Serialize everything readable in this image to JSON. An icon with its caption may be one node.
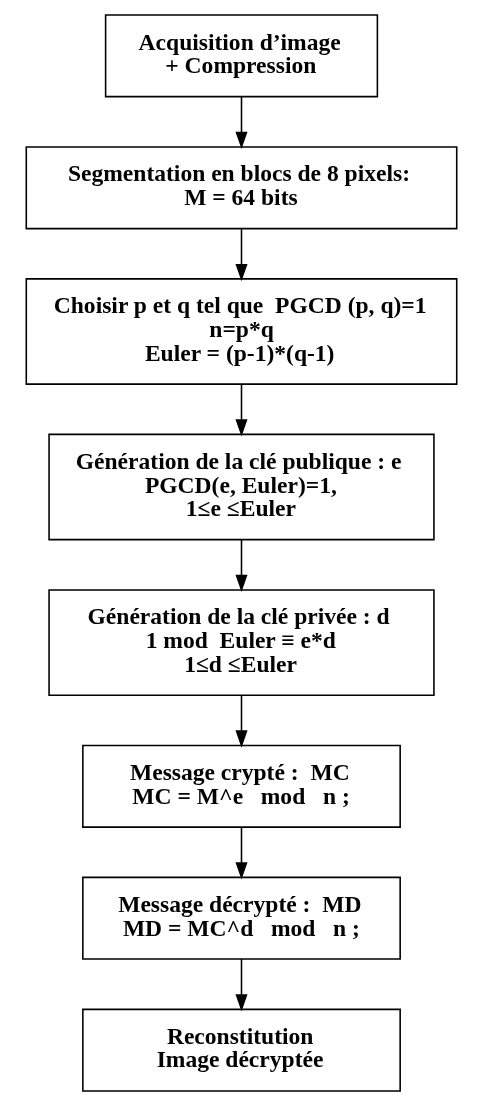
{
  "diagram": {
    "nodes": [
      {
        "text": [
          "Acquisition d’image",
          "+ Compression"
        ]
      },
      {
        "text": [
          "Segmentation en blocs de 8 pixels:",
          "M = 64 bits"
        ]
      },
      {
        "text": [
          "Choisir p et q tel que  PGCD (p, q)=1",
          "n=p*q",
          "Euler = (p-1)*(q-1)"
        ]
      },
      {
        "text": [
          "Génération de la clé publique : e",
          "PGCD(e, Euler)=1,",
          "1≤e ≤Euler"
        ]
      },
      {
        "text": [
          "Génération de la clé privée : d",
          "1 mod  Euler ≡ e*d",
          "1≤d ≤Euler"
        ]
      },
      {
        "text": [
          "Message crypté :  MC",
          "MC = M^e   mod   n ;"
        ]
      },
      {
        "text": [
          "Message décrypté :  MD",
          "MD = MC^d   mod   n ;"
        ]
      },
      {
        "text": [
          "Reconstitution",
          "Image décryptée"
        ]
      }
    ],
    "edges": [
      {
        "from": 0,
        "to": 1,
        "arrow": "to"
      },
      {
        "from": 1,
        "to": 2,
        "arrow": "to"
      },
      {
        "from": 2,
        "to": 3,
        "arrow": "to"
      },
      {
        "from": 3,
        "to": 4,
        "arrow": "to"
      },
      {
        "from": 4,
        "to": 5,
        "arrow": "to"
      },
      {
        "from": 5,
        "to": 6,
        "arrow": "to"
      },
      {
        "from": 6,
        "to": 7,
        "arrow": "to"
      }
    ]
  }
}
